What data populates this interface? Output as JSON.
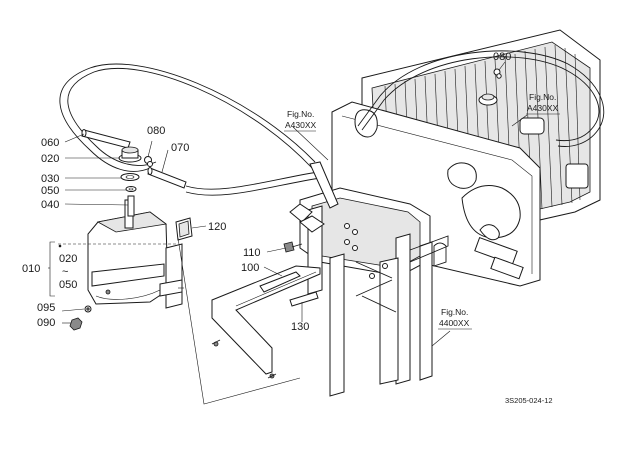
{
  "callouts": {
    "p060": "060",
    "p020": "020",
    "p030": "030",
    "p050": "050",
    "p040": "040",
    "p080a": "080",
    "p070": "070",
    "p080b": "080",
    "p120": "120",
    "p110": "110",
    "p100": "100",
    "p130": "130",
    "p095": "095",
    "p090": "090",
    "range_from": "020",
    "range_tilde": "~",
    "range_to": "050",
    "range_group": "010"
  },
  "fig_refs": {
    "left": {
      "prefix": "Fig.No.",
      "number": "A430XX"
    },
    "top_right": {
      "prefix": "Fig.No.",
      "number": "A430XX"
    },
    "bottom_right": {
      "prefix": "Fig.No.",
      "number": "4400XX"
    }
  },
  "drawing_code": "3S205-024-12"
}
